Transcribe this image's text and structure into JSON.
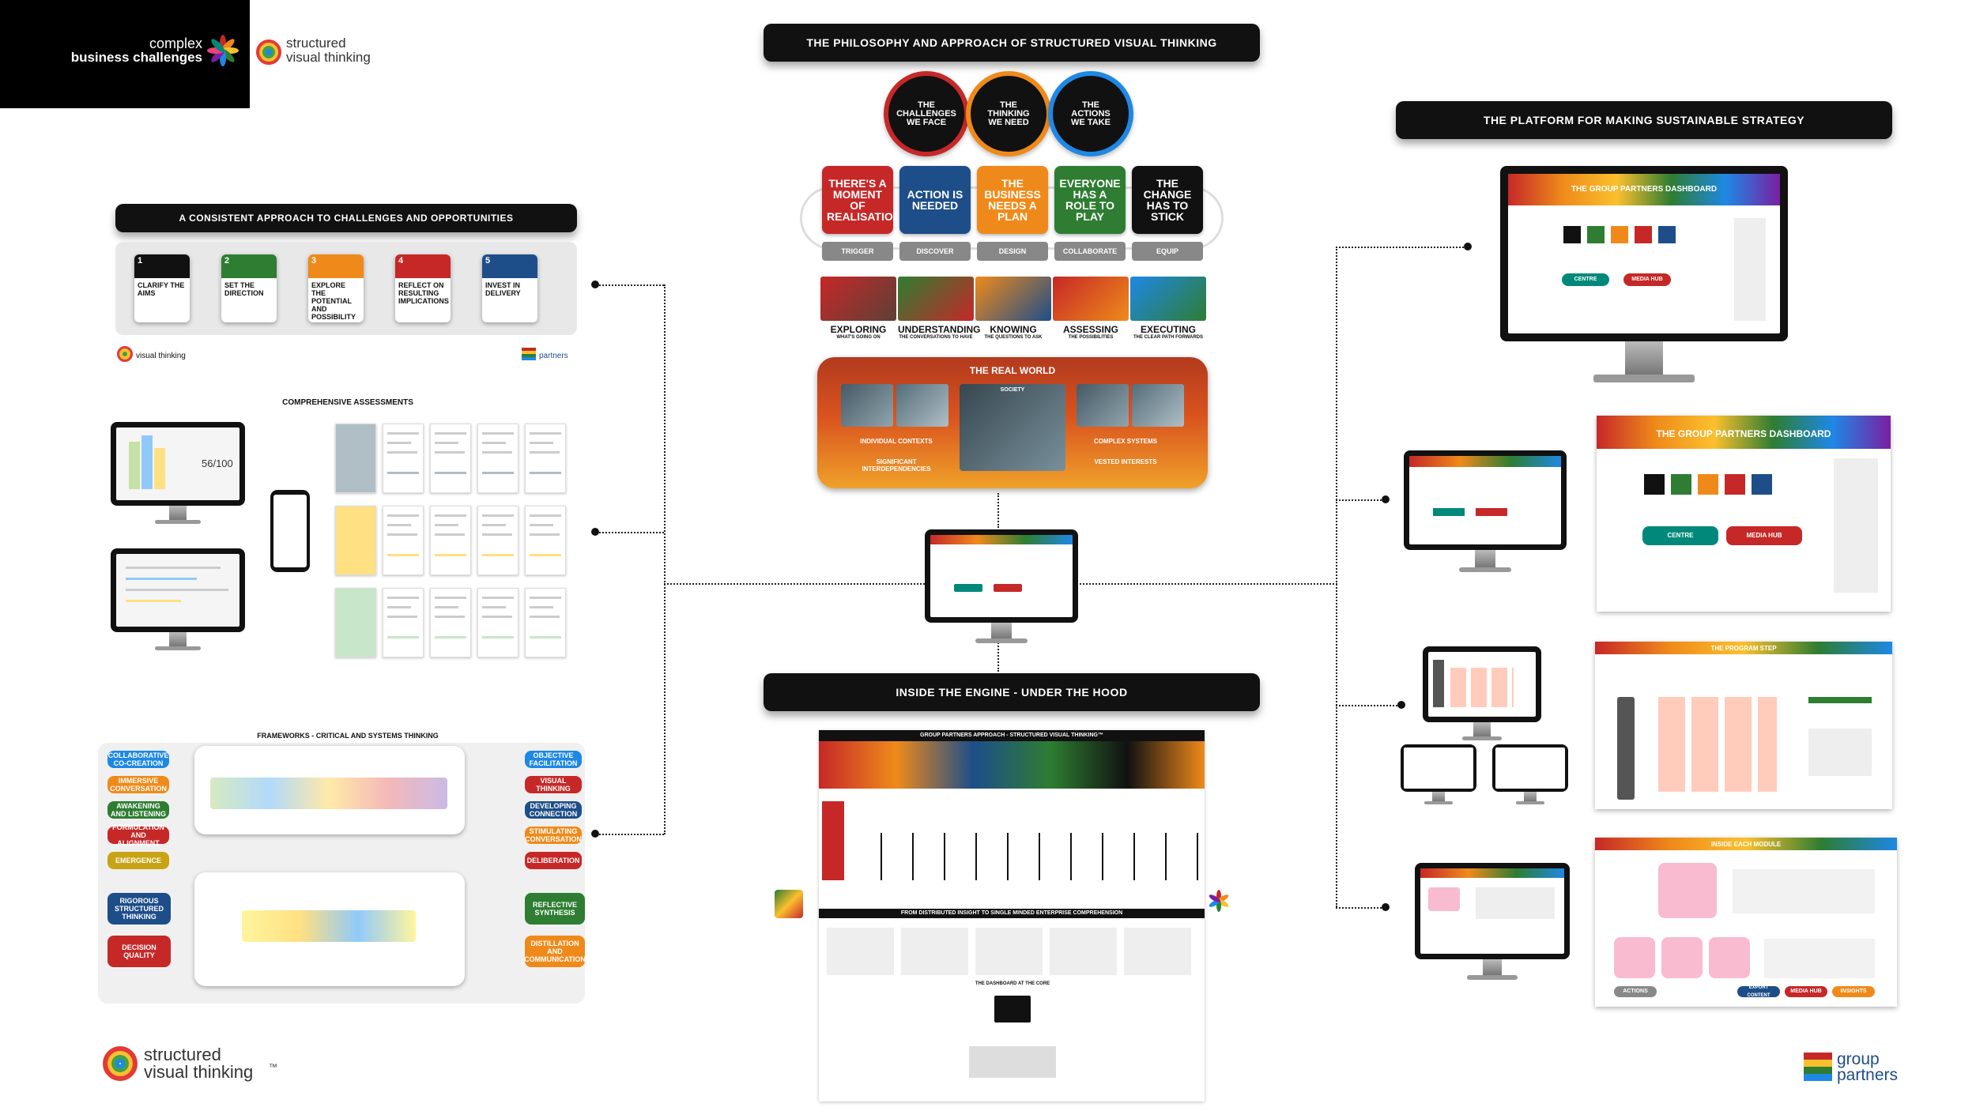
{
  "header_logo": {
    "line1": "complex",
    "line2": "business challenges"
  },
  "svt_logo": {
    "line1": "structured",
    "line2": "visual thinking",
    "tm": "™"
  },
  "gp_logo": {
    "line1": "group",
    "line2": "partners"
  },
  "banners": {
    "philosophy": "THE PHILOSOPHY AND APPROACH OF STRUCTURED VISUAL THINKING",
    "platform": "THE PLATFORM FOR MAKING SUSTAINABLE STRATEGY",
    "consistent": "A CONSISTENT APPROACH TO CHALLENGES AND OPPORTUNITIES",
    "engine": "INSIDE THE ENGINE - UNDER THE HOOD"
  },
  "consistent_steps": [
    {
      "num": "1",
      "label": "CLARIFY THE AIMS",
      "color": "#111111"
    },
    {
      "num": "2",
      "label": "SET THE DIRECTION",
      "color": "#2e7d32"
    },
    {
      "num": "3",
      "label": "EXPLORE THE POTENTIAL AND POSSIBILITY",
      "color": "#ef8a1a"
    },
    {
      "num": "4",
      "label": "REFLECT ON RESULTING IMPLICATIONS",
      "color": "#c62828"
    },
    {
      "num": "5",
      "label": "INVEST IN DELIVERY",
      "color": "#1d4e89"
    }
  ],
  "assessments": {
    "title": "COMPREHENSIVE ASSESSMENTS",
    "score": "56/100"
  },
  "frameworks": {
    "title": "FRAMEWORKS - CRITICAL AND SYSTEMS THINKING",
    "left_pills": [
      {
        "label": "COLLABORATIVE CO-CREATION",
        "color": "#1e88e5"
      },
      {
        "label": "IMMERSIVE CONVERSATION",
        "color": "#ef8a1a"
      },
      {
        "label": "AWAKENING AND LISTENING",
        "color": "#2e7d32"
      },
      {
        "label": "FORMULATION AND ALIGNMENT",
        "color": "#c62828"
      },
      {
        "label": "EMERGENCE",
        "color": "#c8a415"
      }
    ],
    "right_pills": [
      {
        "label": "OBJECTIVE FACILITATION",
        "color": "#1e88e5"
      },
      {
        "label": "VISUAL THINKING",
        "color": "#c62828"
      },
      {
        "label": "DEVELOPING CONNECTION",
        "color": "#1d4e89"
      },
      {
        "label": "STIMULATING CONVERSATION",
        "color": "#ef8a1a"
      },
      {
        "label": "DELIBERATION",
        "color": "#c62828"
      }
    ],
    "bottom_left": [
      {
        "label": "RIGOROUS STRUCTURED THINKING",
        "color": "#1d4e89"
      },
      {
        "label": "DECISION QUALITY",
        "color": "#c62828"
      }
    ],
    "bottom_right": [
      {
        "label": "REFLECTIVE SYNTHESIS",
        "color": "#2e7d32"
      },
      {
        "label": "DISTILLATION AND COMMUNICATION",
        "color": "#ef8a1a"
      }
    ]
  },
  "circles": [
    {
      "label": "THE CHALLENGES WE FACE",
      "ring": "#c62828"
    },
    {
      "label": "THE THINKING WE NEED",
      "ring": "#ef8a1a"
    },
    {
      "label": "THE ACTIONS WE TAKE",
      "ring": "#1e88e5"
    }
  ],
  "cards": [
    {
      "label": "THERE'S A MOMENT OF REALISATION",
      "color": "#c62828",
      "phase": "TRIGGER"
    },
    {
      "label": "ACTION IS NEEDED",
      "color": "#1d4e89",
      "phase": "DISCOVER"
    },
    {
      "label": "THE BUSINESS NEEDS A PLAN",
      "color": "#ef8a1a",
      "phase": "DESIGN"
    },
    {
      "label": "EVERYONE HAS A ROLE TO PLAY",
      "color": "#2e7d32",
      "phase": "COLLABORATE"
    },
    {
      "label": "THE CHANGE HAS TO STICK",
      "color": "#111111",
      "phase": "EQUIP"
    }
  ],
  "activities": [
    {
      "label": "EXPLORING",
      "sub": "WHAT'S GOING ON"
    },
    {
      "label": "UNDERSTANDING",
      "sub": "THE CONVERSATIONS TO HAVE"
    },
    {
      "label": "KNOWING",
      "sub": "THE QUESTIONS TO ASK"
    },
    {
      "label": "ASSESSING",
      "sub": "THE POSSIBILITIES"
    },
    {
      "label": "EXECUTING",
      "sub": "THE CLEAR PATH FORWARDS"
    }
  ],
  "real_world": {
    "title": "THE REAL WORLD",
    "society": "SOCIETY",
    "left1": "INDIVIDUAL CONTEXTS",
    "left2": "SIGNIFICANT INTERDEPENDENCIES",
    "right1": "COMPLEX SYSTEMS",
    "right2": "VESTED INTERESTS"
  },
  "dashboards": {
    "main": "THE GROUP PARTNERS DASHBOARD",
    "program_step": "THE PROGRAM STEP",
    "module": "INSIDE EACH MODULE",
    "centre": "CENTRE",
    "media": "MEDIA HUB",
    "actions": "ACTIONS",
    "export": "EXPORT CONTENT",
    "insights": "INSIGHTS"
  },
  "engine": {
    "title": "GROUP PARTNERS APPROACH - STRUCTURED VISUAL THINKING™",
    "sub": "FROM DISTRIBUTED INSIGHT TO SINGLE MINDED ENTERPRISE COMPREHENSION",
    "dashboard": "THE DASHBOARD AT THE CORE"
  },
  "colors": {
    "red": "#c62828",
    "orange": "#ef8a1a",
    "green": "#2e7d32",
    "blue": "#1d4e89",
    "black": "#111111"
  }
}
